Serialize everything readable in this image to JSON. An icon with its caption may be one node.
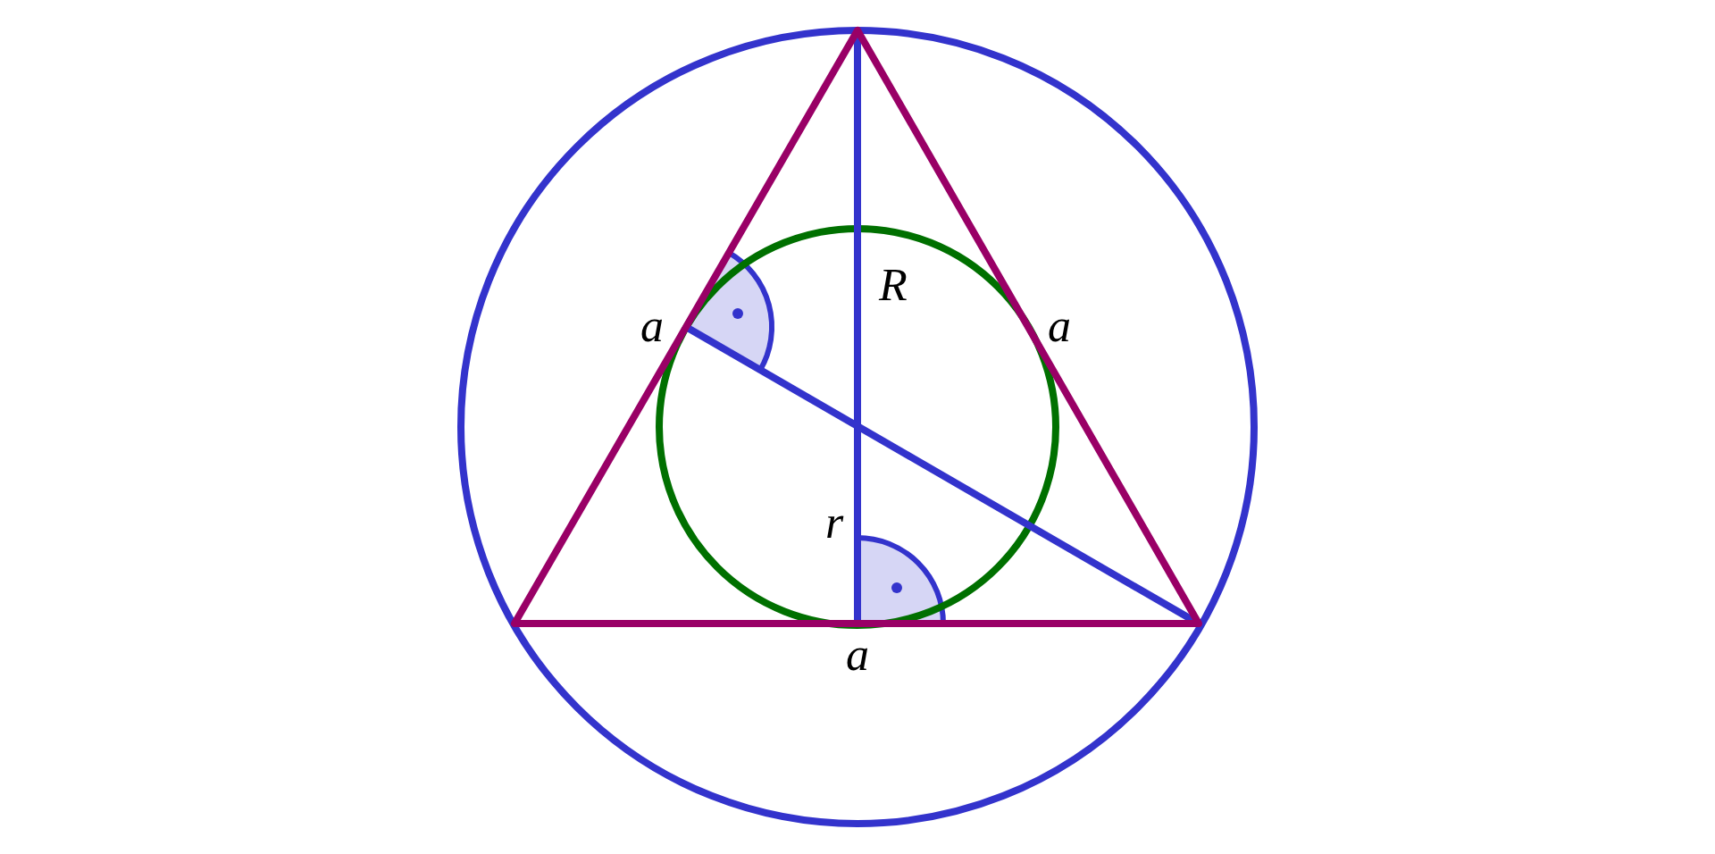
{
  "diagram": {
    "labels": [
      "a",
      "R",
      "a",
      "r",
      "a"
    ]
  }
}
